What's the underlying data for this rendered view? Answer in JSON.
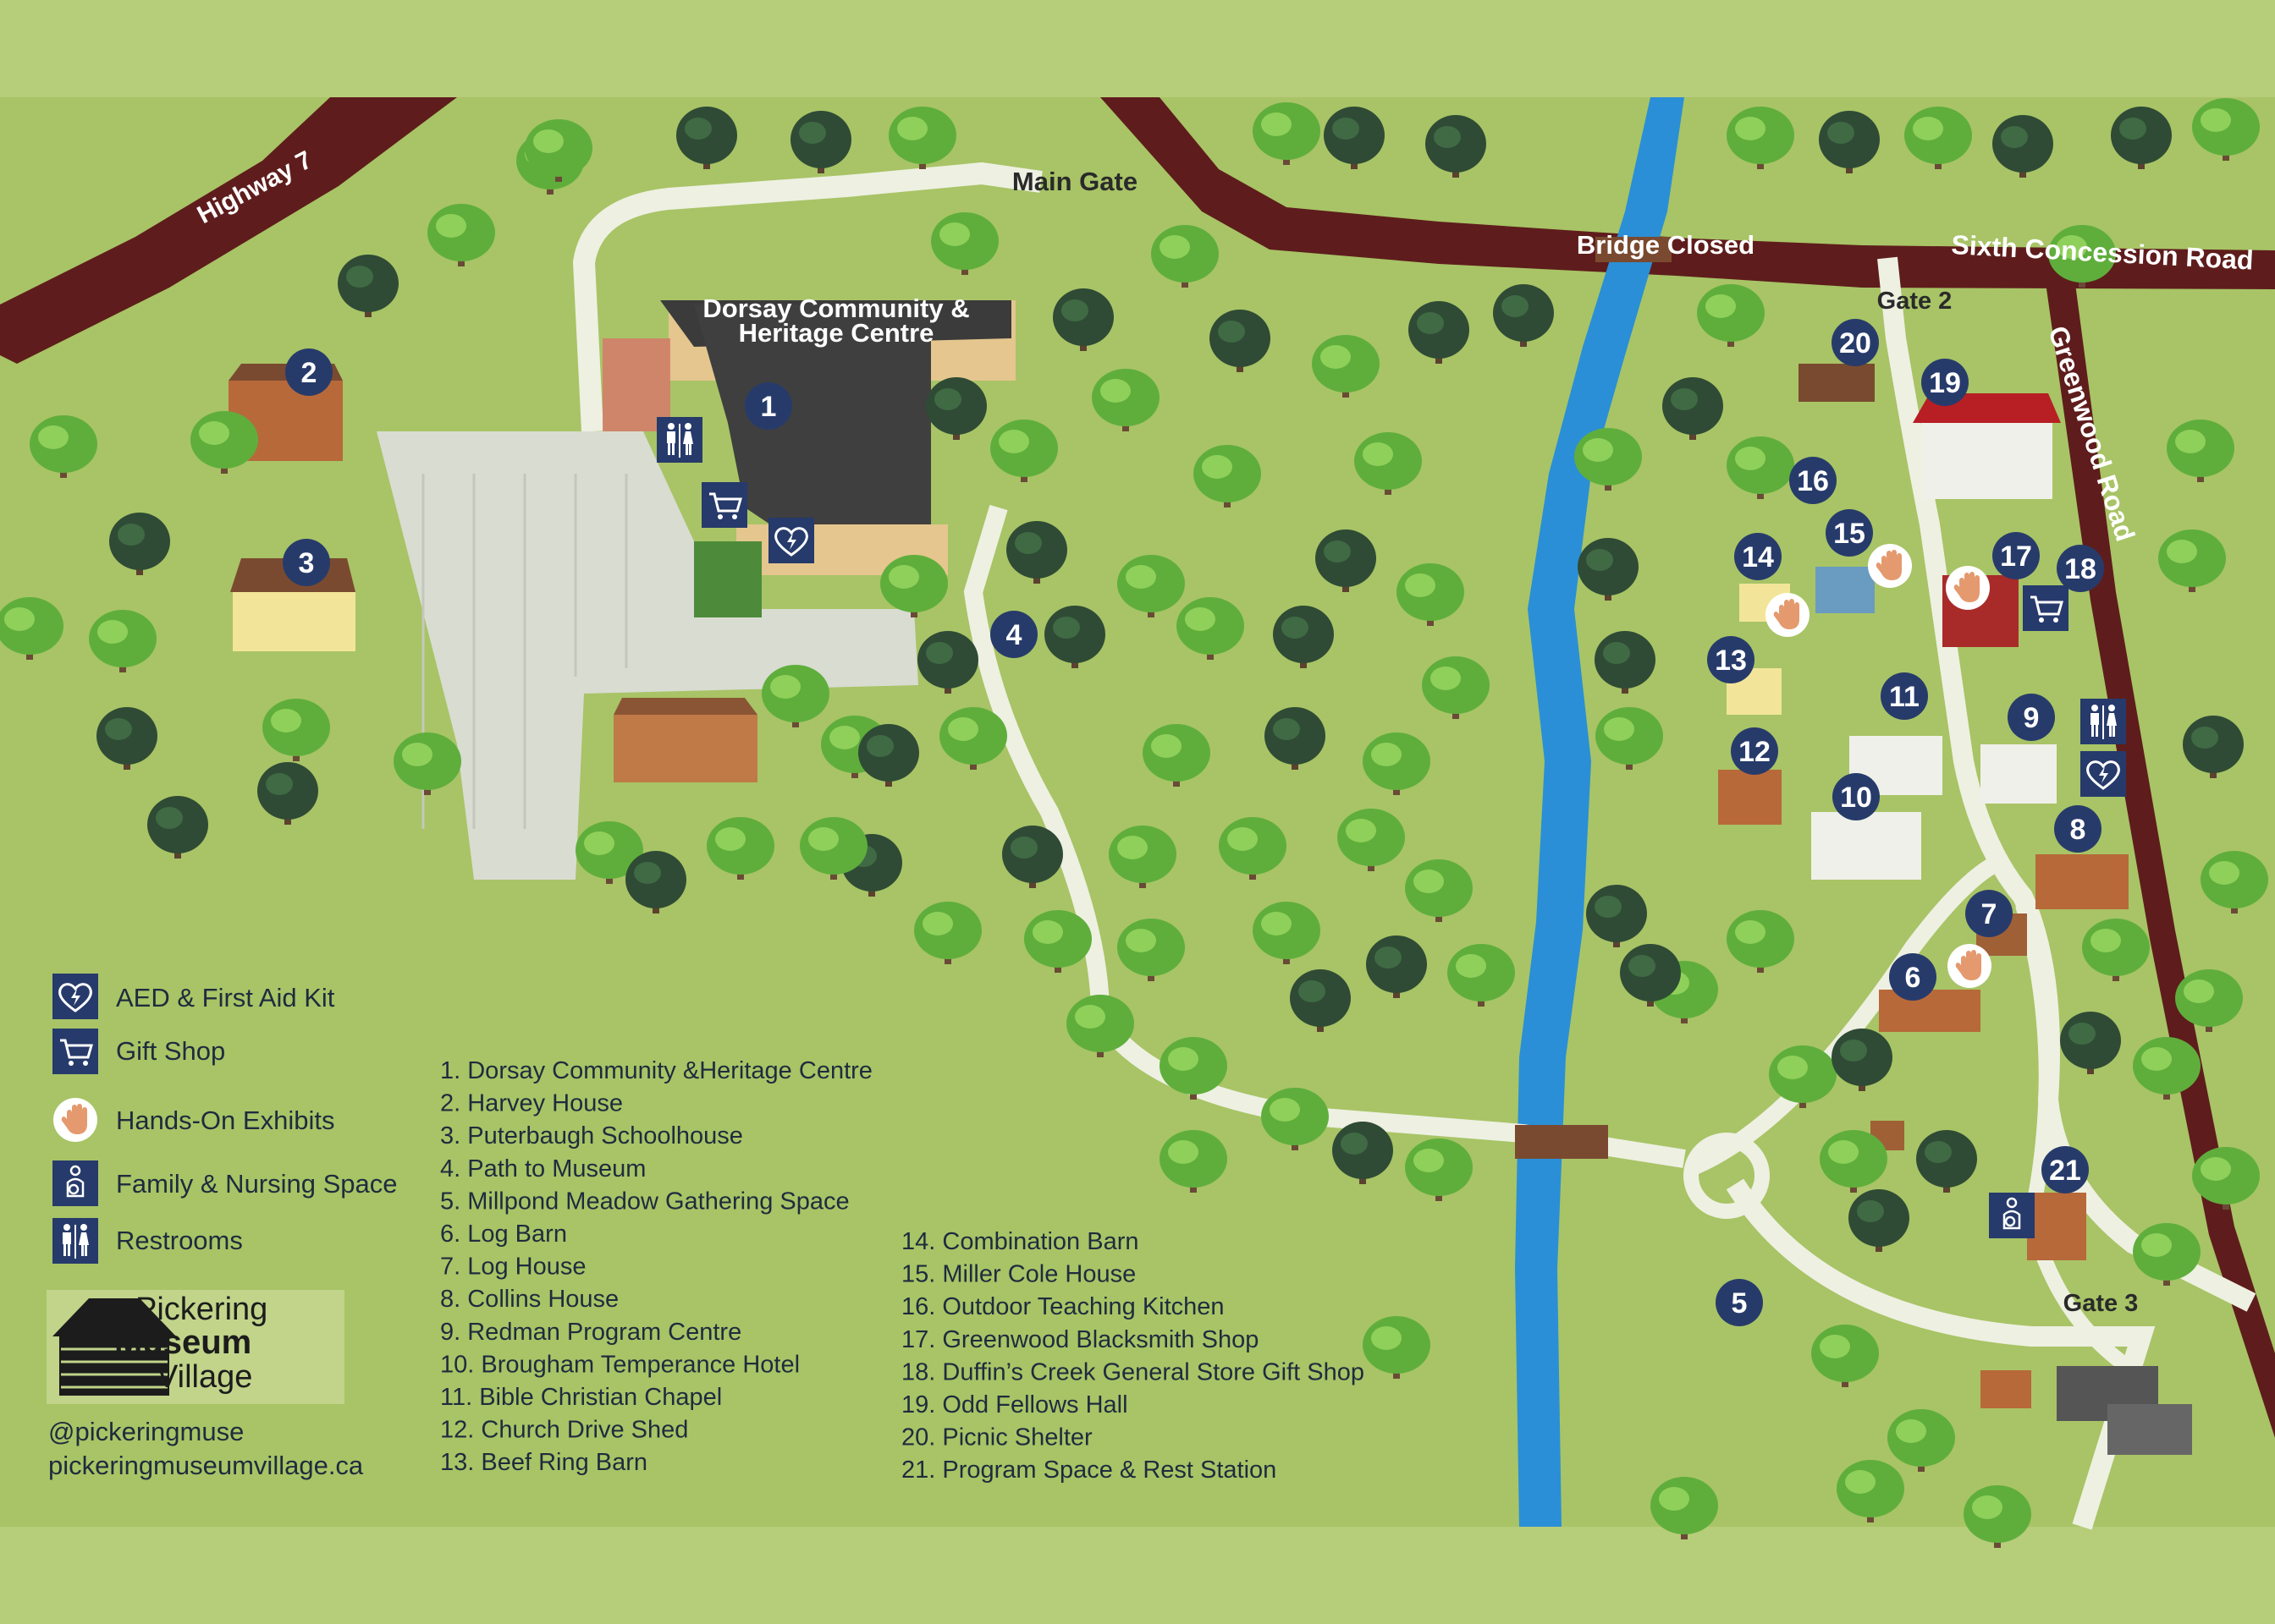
{
  "roads": {
    "highway": "Highway 7",
    "concession": "Sixth Concession Road",
    "greenwood": "Greenwood Road"
  },
  "gates": {
    "main": "Main Gate",
    "gate2": "Gate 2",
    "gate3": "Gate 3"
  },
  "bridge_closed": "Bridge Closed",
  "dorsay_label": [
    "Dorsay Community &",
    "Heritage Centre"
  ],
  "markers": [
    "1",
    "2",
    "3",
    "4",
    "5",
    "6",
    "7",
    "8",
    "9",
    "10",
    "11",
    "12",
    "13",
    "14",
    "15",
    "16",
    "17",
    "18",
    "19",
    "20",
    "21"
  ],
  "legend": {
    "aed": "AED & First Aid Kit",
    "gift": "Gift Shop",
    "hands": "Hands-On Exhibits",
    "family": "Family & Nursing Space",
    "restrooms": "Restrooms"
  },
  "logo": {
    "line1": "Pickering",
    "line2": "Museum",
    "line3": "Village"
  },
  "contact": {
    "social": "@pickeringmuse",
    "website": "pickeringmuseumvillage.ca"
  },
  "places_col1": [
    "1. Dorsay Community &Heritage Centre",
    "2. Harvey House",
    "3. Puterbaugh Schoolhouse",
    "4. Path to Museum",
    "5. Millpond Meadow Gathering Space",
    "6. Log Barn",
    "7. Log House",
    "8. Collins House",
    "9. Redman Program Centre",
    "10. Brougham Temperance Hotel",
    "11. Bible Christian Chapel",
    "12. Church Drive Shed",
    "13. Beef Ring Barn"
  ],
  "places_col2": [
    "14. Combination Barn",
    "15. Miller Cole House",
    "16. Outdoor Teaching Kitchen",
    "17. Greenwood Blacksmith Shop",
    "18. Duffin’s Creek General Store Gift Shop",
    "19. Odd Fellows Hall",
    "20. Picnic Shelter",
    "21. Program Space & Rest Station"
  ],
  "colors": {
    "background": "#b6cd7a",
    "map_grass": "#a8c466",
    "road": "#5e1d1c",
    "river": "#2a8fd6",
    "path": "#eef0e2",
    "marker": "#273b6b",
    "tree_light": "#5fae3c",
    "tree_dark": "#2e4a34"
  }
}
